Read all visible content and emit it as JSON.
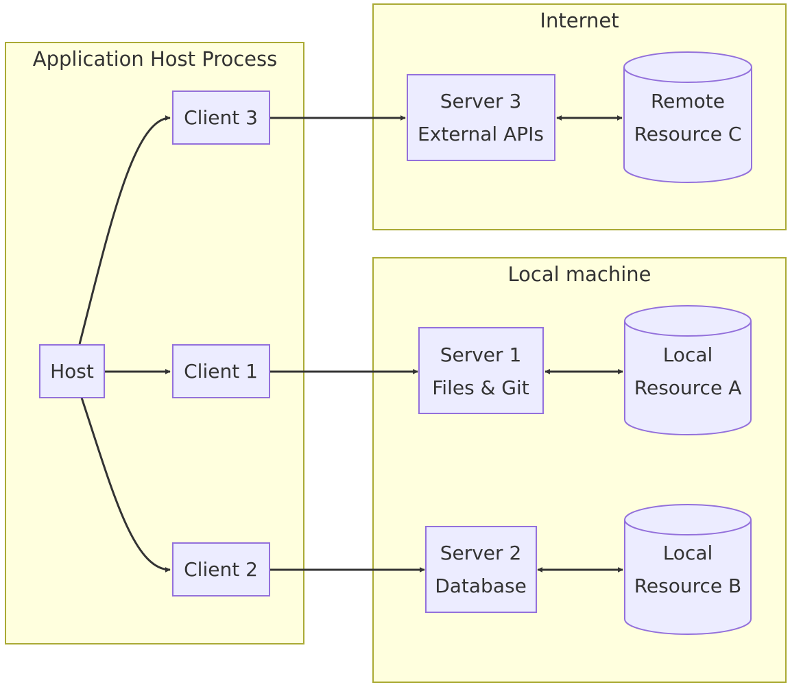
{
  "diagram": {
    "clusters": {
      "app_host": {
        "title": "Application Host Process"
      },
      "internet": {
        "title": "Internet"
      },
      "local": {
        "title": "Local machine"
      }
    },
    "nodes": {
      "host": {
        "label": "Host"
      },
      "client1": {
        "label": "Client 1"
      },
      "client2": {
        "label": "Client 2"
      },
      "client3": {
        "label": "Client 3"
      },
      "server1": {
        "line1": "Server 1",
        "line2": "Files & Git"
      },
      "server2": {
        "line1": "Server 2",
        "line2": "Database"
      },
      "server3": {
        "line1": "Server 3",
        "line2": "External APIs"
      },
      "resA": {
        "line1": "Local",
        "line2": "Resource A"
      },
      "resB": {
        "line1": "Local",
        "line2": "Resource B"
      },
      "resC": {
        "line1": "Remote",
        "line2": "Resource C"
      }
    },
    "edges": [
      {
        "from": "Host",
        "to": "Client 1",
        "direction": "forward"
      },
      {
        "from": "Host",
        "to": "Client 2",
        "direction": "forward"
      },
      {
        "from": "Host",
        "to": "Client 3",
        "direction": "forward"
      },
      {
        "from": "Client 1",
        "to": "Server 1",
        "direction": "forward"
      },
      {
        "from": "Client 2",
        "to": "Server 2",
        "direction": "forward"
      },
      {
        "from": "Client 3",
        "to": "Server 3",
        "direction": "forward"
      },
      {
        "from": "Server 1",
        "to": "Local Resource A",
        "direction": "both"
      },
      {
        "from": "Server 2",
        "to": "Local Resource B",
        "direction": "both"
      },
      {
        "from": "Server 3",
        "to": "Remote Resource C",
        "direction": "both"
      }
    ],
    "colors": {
      "cluster_fill": "#ffffde",
      "cluster_stroke": "#aaaa33",
      "node_fill": "#ececff",
      "node_stroke": "#9370db",
      "edge": "#333333",
      "text": "#333333"
    }
  }
}
